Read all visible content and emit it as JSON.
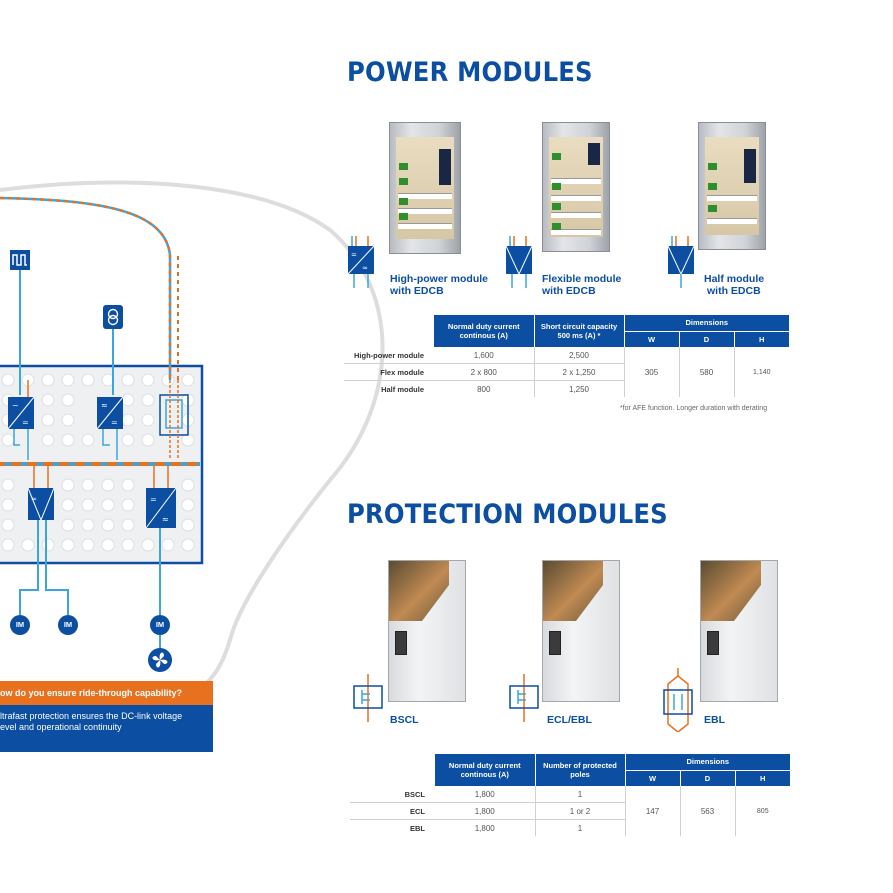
{
  "power": {
    "title": "POWER MODULES",
    "modules": [
      {
        "label_line1": "High-power module",
        "label_line2": "with EDCB"
      },
      {
        "label_line1": "Flexible module",
        "label_line2": "with EDCB"
      },
      {
        "label_line1": "Half module",
        "label_line2": "with EDCB"
      }
    ],
    "table": {
      "col1": "Normal duty current continous (A)",
      "col2": "Short circuit capacity 500 ms (A) *",
      "dimensions": "Dimensions",
      "w": "W",
      "d": "D",
      "h": "H",
      "rows": [
        {
          "name": "High-power module",
          "current": "1,600",
          "short": "2,500"
        },
        {
          "name": "Flex module",
          "current": "2 x 800",
          "short": "2 x 1,250"
        },
        {
          "name": "Half module",
          "current": "800",
          "short": "1,250"
        }
      ],
      "w_val": "305",
      "d_val": "580",
      "h_val": "1,140"
    },
    "note": "*for AFE function. Longer duration with derating"
  },
  "protection": {
    "title": "PROTECTION MODULES",
    "modules": [
      {
        "label": "BSCL"
      },
      {
        "label": "ECL/EBL"
      },
      {
        "label": "EBL"
      }
    ],
    "table": {
      "col1": "Normal duty current continous (A)",
      "col2": "Number of protected poles",
      "dimensions": "Dimensions",
      "w": "W",
      "d": "D",
      "h": "H",
      "rows": [
        {
          "name": "BSCL",
          "current": "1,800",
          "poles": "1"
        },
        {
          "name": "ECL",
          "current": "1,800",
          "poles": "1 or 2"
        },
        {
          "name": "EBL",
          "current": "1,800",
          "poles": "1"
        }
      ],
      "w_val": "147",
      "d_val": "563",
      "h_val": "805"
    }
  },
  "diagram": {
    "motors": [
      "IM",
      "IM",
      "IM"
    ],
    "question": "ow do you ensure ride-through capability?",
    "answer_line1": "ltrafast protection ensures the DC-link voltage",
    "answer_line2": "evel and operational continuity"
  },
  "colors": {
    "blue": "#0b4ea2",
    "orange": "#e8711f",
    "cyan": "#3aa6dd"
  }
}
